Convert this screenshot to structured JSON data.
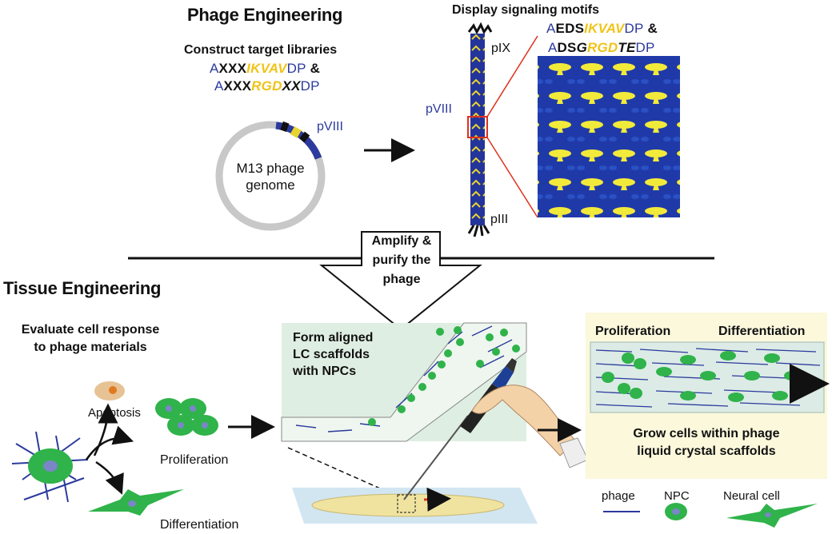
{
  "top": {
    "title": "Phage Engineering",
    "construct_label": "Construct target libraries",
    "seq1": {
      "a": "A",
      "b": "XXX",
      "c": "IKVAV",
      "d": "DP",
      "e": " &"
    },
    "seq2": {
      "a": "A",
      "b": "XXX",
      "c": "RGD",
      "d": "XX",
      "e": "DP"
    },
    "plasmid_gene": "pVIII",
    "genome_line1": "M13 phage",
    "genome_line2": "genome",
    "display_label": "Display signaling motifs",
    "seq3": {
      "a": "A",
      "b": "EDS",
      "c": "IKVAV",
      "d": "DP",
      "e": " &"
    },
    "seq4": {
      "a": "A",
      "b": "DS",
      "c": "G",
      "d": "RGD",
      "e": "TE",
      "f": "DP"
    },
    "pIX": "pIX",
    "pVIII": "pVIII",
    "pIII": "pIII"
  },
  "arrow_box": {
    "line1": "Amplify &",
    "line2": "purify the",
    "line3": "phage"
  },
  "bottom": {
    "title": "Tissue Engineering",
    "evaluate_line1": "Evaluate cell response",
    "evaluate_line2": "to phage materials",
    "apoptosis": "Apoptosis",
    "proliferation": "Proliferation",
    "differentiation": "Differentiation",
    "form_line1": "Form aligned",
    "form_line2": "LC scaffolds",
    "form_line3": "with NPCs",
    "right_prolif": "Proliferation",
    "right_diff": "Differentiation",
    "grow_line1": "Grow cells within phage",
    "grow_line2": "liquid crystal scaffolds",
    "legend": {
      "phage": "phage",
      "npc": "NPC",
      "neural": "Neural cell"
    }
  },
  "colors": {
    "blue": "#2b3a9c",
    "gold": "#f0c419",
    "green": "#2fb34a",
    "red": "#e0301e",
    "panel": "#fbf8dc"
  }
}
